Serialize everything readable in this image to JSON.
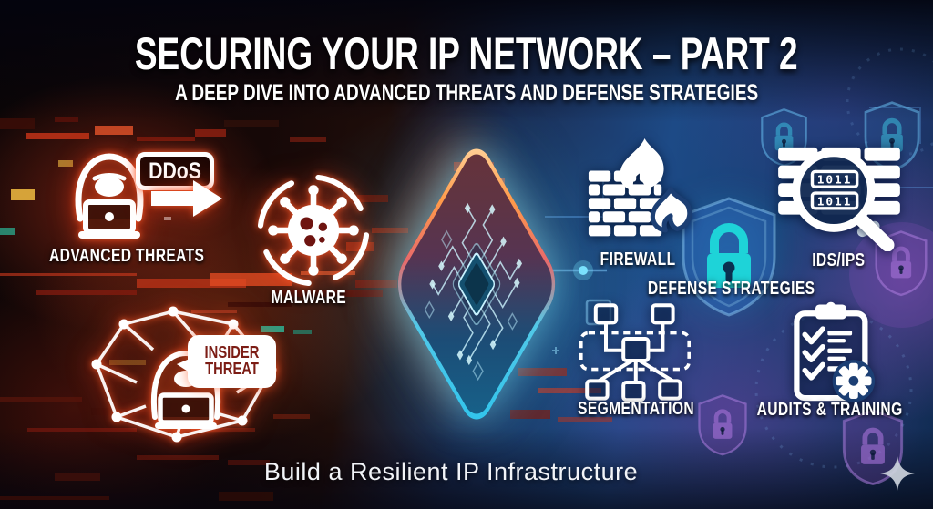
{
  "infographic": {
    "title": "SECURING YOUR IP NETWORK – PART 2",
    "subtitle": "A DEEP DIVE INTO ADVANCED THREATS AND DEFENSE STRATEGIES",
    "tagline": "Build a Resilient IP Infrastructure"
  },
  "threats": {
    "advanced": {
      "label": "ADVANCED THREATS",
      "badge": "DDoS",
      "icon": "hooded-hacker-laptop"
    },
    "malware": {
      "label": "MALWARE",
      "icon": "virus"
    },
    "insider": {
      "label": "INSIDER THREAT",
      "icon": "hooded-hacker-network-mesh"
    }
  },
  "defenses": {
    "heading": "DEFENSE STRATEGIES",
    "items": [
      {
        "label": "FIREWALL",
        "icon": "brick-wall-flame"
      },
      {
        "label": "IDS/IPS",
        "icon": "magnifier-binary",
        "binary": "1011"
      },
      {
        "label": "SEGMENTATION",
        "icon": "network-topology"
      },
      {
        "label": "AUDITS & TRAINING",
        "icon": "clipboard-checklist-gear"
      }
    ]
  },
  "colors": {
    "threat_glow": "#ff4a22",
    "defense_blue": "#1d4a85",
    "circuit_cyan": "#35d6f4",
    "circuit_orange": "#ffa24d",
    "lock_teal": "#1ed3d8"
  }
}
